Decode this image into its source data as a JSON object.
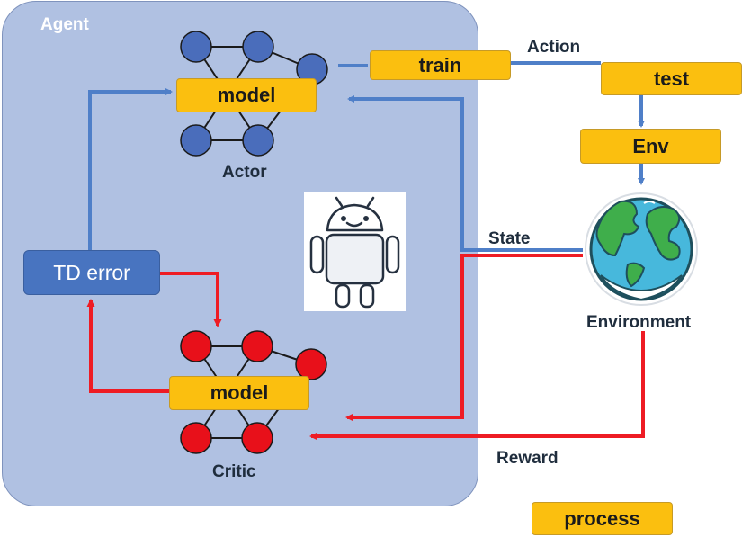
{
  "agent": {
    "title": "Agent"
  },
  "actor": {
    "model_label": "model",
    "caption": "Actor"
  },
  "critic": {
    "model_label": "model",
    "caption": "Critic"
  },
  "td_error": {
    "label": "TD error"
  },
  "boxes": {
    "train": "train",
    "test": "test",
    "env": "Env",
    "process": "process"
  },
  "labels": {
    "action": "Action",
    "state": "State",
    "reward": "Reward",
    "environment": "Environment"
  },
  "colors": {
    "agent_panel": "#b0c1e2",
    "actor_node": "#4a6dbb",
    "critic_node": "#e8101a",
    "box_yellow": "#fbbf0f",
    "td_box": "#4874c0",
    "blue_arrow": "#4f7fc8",
    "red_arrow": "#ee1c24",
    "ocean": "#47b8dc",
    "land": "#3fae4b"
  },
  "icons": {
    "robot": "android-robot-icon",
    "globe": "earth-globe-icon"
  }
}
